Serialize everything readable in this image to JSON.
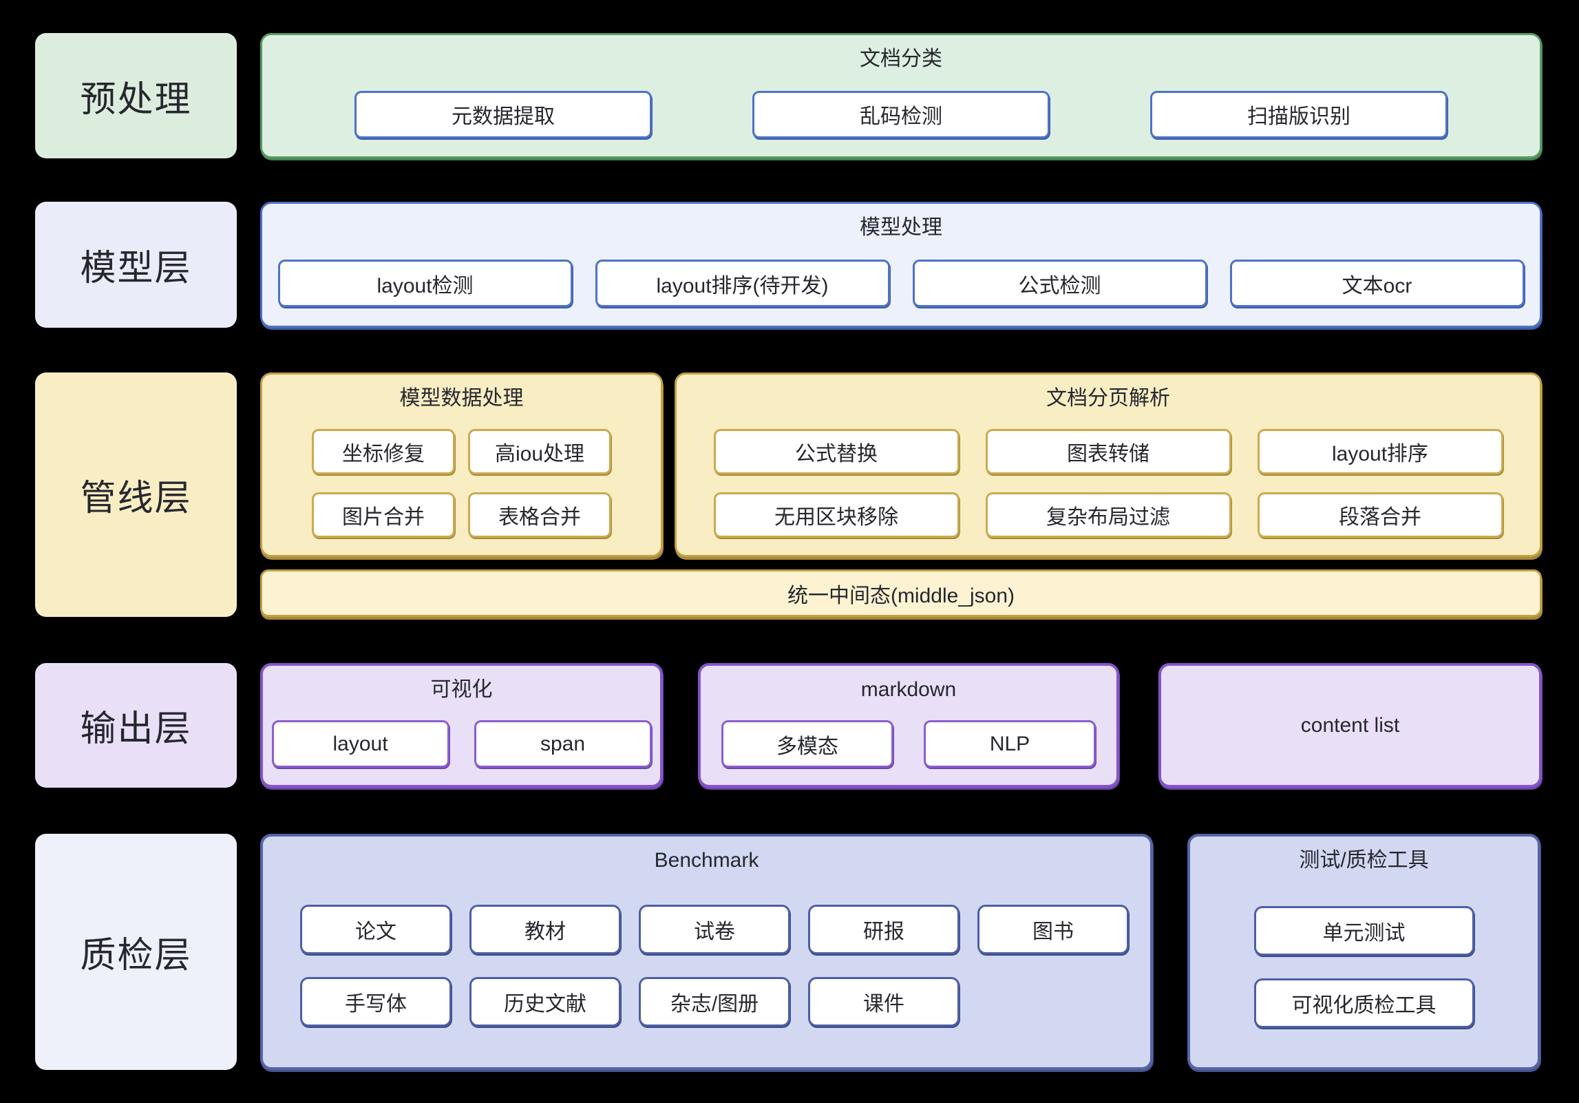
{
  "palette": {
    "background": "#000000",
    "text": "#26272e",
    "green_fill": "#ddefe0",
    "green_border": "#579c63",
    "blue_fill": "#edf1fc",
    "blue_border": "#4d71c6",
    "gold_fill": "#f9edc4",
    "gold_border": "#c4a044",
    "gold_bar_fill": "#fdf3d2",
    "purple_fill": "#e9e0f8",
    "purple_border": "#8355cb",
    "navy_fill": "#d2d8f1",
    "navy_border": "#5564a6",
    "node_fill": "#ffffff",
    "node_border_blue": "#4d72c8",
    "node_border_gold": "#cbaa4e",
    "node_border_purple": "#8a5ed0",
    "node_border_navy": "#4d5ea4"
  },
  "rows": [
    {
      "label": "预处理",
      "containers": [
        {
          "title": "文档分类",
          "items": [
            "元数据提取",
            "乱码检测",
            "扫描版识别"
          ]
        }
      ]
    },
    {
      "label": "模型层",
      "containers": [
        {
          "title": "模型处理",
          "items": [
            "layout检测",
            "layout排序(待开发)",
            "公式检测",
            "文本ocr"
          ]
        }
      ]
    },
    {
      "label": "管线层",
      "containers": [
        {
          "title": "模型数据处理",
          "items": [
            "坐标修复",
            "高iou处理",
            "图片合并",
            "表格合并"
          ]
        },
        {
          "title": "文档分页解析",
          "items": [
            "公式替换",
            "图表转储",
            "layout排序",
            "无用区块移除",
            "复杂布局过滤",
            "段落合并"
          ]
        }
      ],
      "bar": "统一中间态(middle_json)"
    },
    {
      "label": "输出层",
      "containers": [
        {
          "title": "可视化",
          "items": [
            "layout",
            "span"
          ]
        },
        {
          "title": "markdown",
          "items": [
            "多模态",
            "NLP"
          ]
        },
        {
          "title": "content list",
          "items": []
        }
      ]
    },
    {
      "label": "质检层",
      "containers": [
        {
          "title": "Benchmark",
          "items": [
            "论文",
            "教材",
            "试卷",
            "研报",
            "图书",
            "手写体",
            "历史文献",
            "杂志/图册",
            "课件"
          ]
        },
        {
          "title": "测试/质检工具",
          "items": [
            "单元测试",
            "可视化质检工具"
          ]
        }
      ]
    }
  ]
}
